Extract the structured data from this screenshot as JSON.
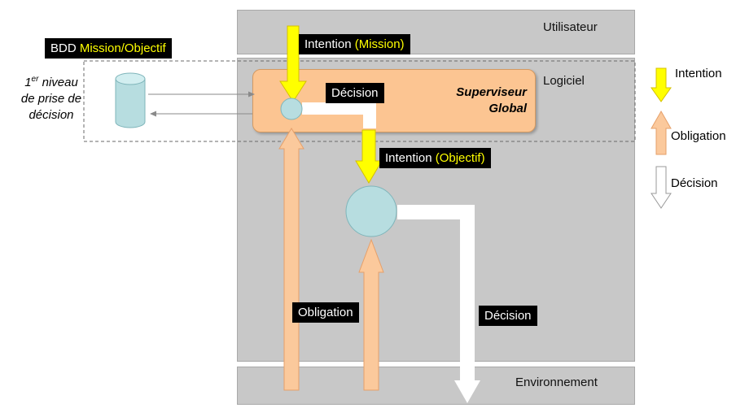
{
  "zones": {
    "user": "Utilisateur",
    "software": "Logiciel",
    "environment": "Environnement"
  },
  "database": {
    "prefix": "BDD",
    "highlight": "Mission/Objectif"
  },
  "first_level": {
    "ordinal_base": "1",
    "ordinal_suffix": "er",
    "line1_rest": " niveau",
    "line2": "de prise de",
    "line3": "décision"
  },
  "supervisor": {
    "line1": "Superviseur",
    "line2": "Global"
  },
  "labels": {
    "intention_mission": {
      "prefix": "Intention",
      "highlight": "(Mission)"
    },
    "decision_top": "Décision",
    "intention_objectif": {
      "prefix": "Intention",
      "highlight": "(Objectif)"
    },
    "obligation": "Obligation",
    "decision_bottom": "Décision"
  },
  "legend": {
    "intention": "Intention",
    "obligation": "Obligation",
    "decision": "Décision"
  },
  "colors": {
    "panel_gray": "#c8c8c8",
    "supervisor_fill": "#fcc592",
    "intention_yellow": "#ffff00",
    "obligation_peach": "#fbc99c",
    "node_fill": "#b7dde0",
    "decision_white": "#ffffff"
  }
}
